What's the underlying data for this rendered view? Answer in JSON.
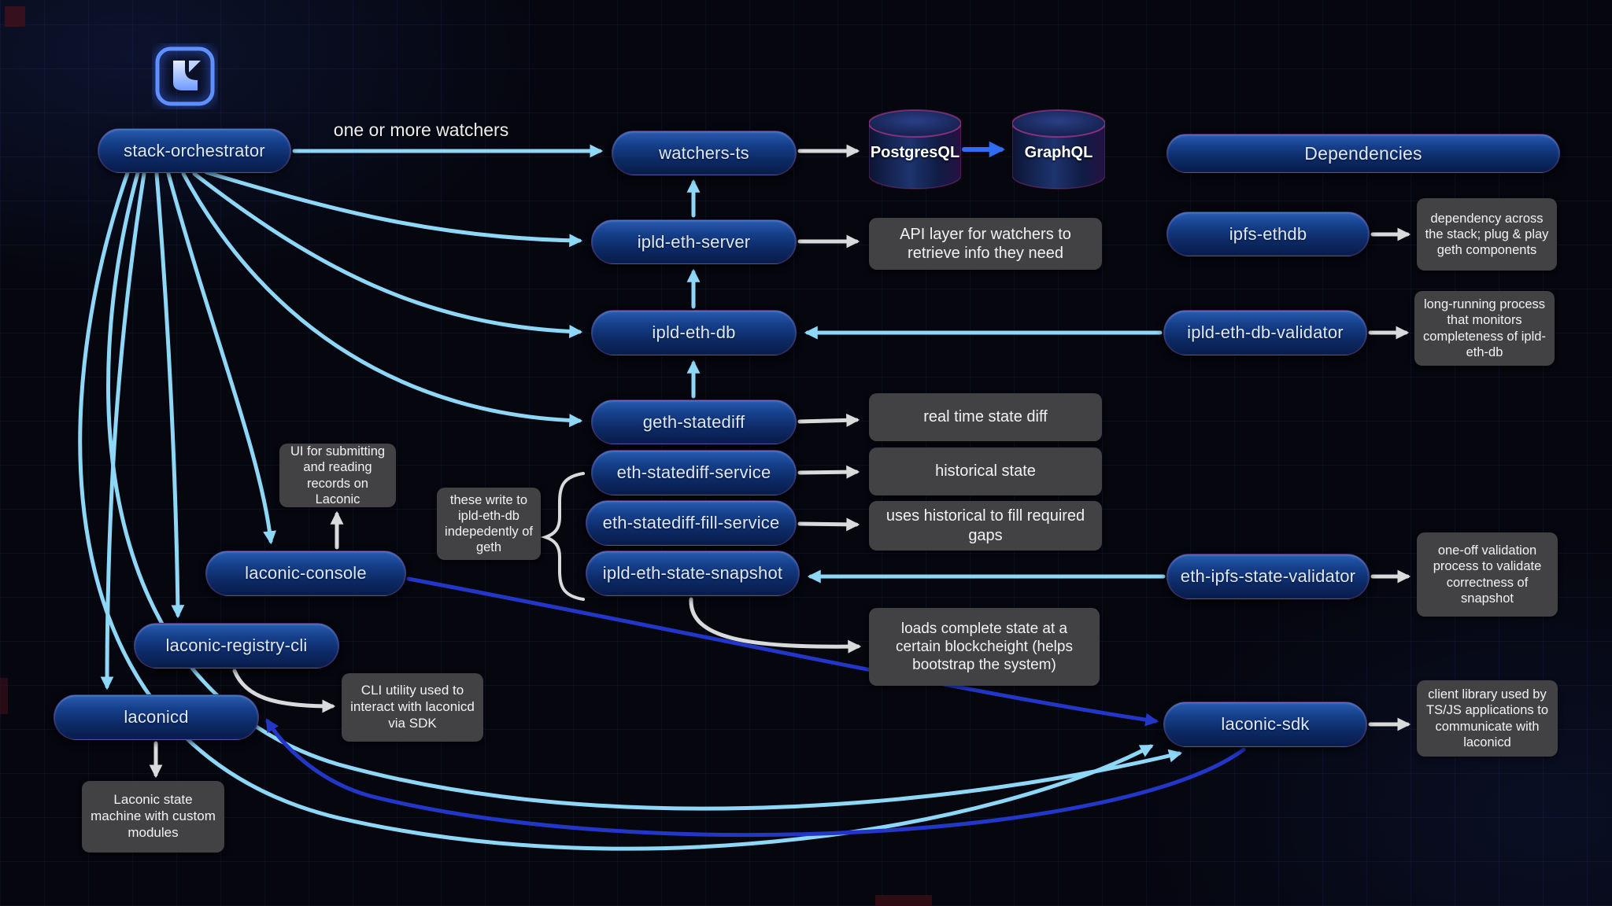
{
  "colors": {
    "background": "#05060e",
    "grid_line": "#2c4296",
    "pill_top": "#2a5cae",
    "pill_bottom": "#081c4a",
    "pill_text": "#dde7f8",
    "note_bg": "#424245",
    "note_text": "#f2f2f2",
    "cyan_arrow": "#8ed7f7",
    "white_arrow": "#d9dadc",
    "blue_arrow": "#2f6cf5",
    "dark_blue_arrow": "#2236c8",
    "logo_blue": "#5f90ff"
  },
  "edge_labels": {
    "watchers": "one or more watchers"
  },
  "nodes": {
    "stack_orchestrator": {
      "label": "stack-orchestrator"
    },
    "watchers_ts": {
      "label": "watchers-ts"
    },
    "dependencies": {
      "label": "Dependencies"
    },
    "ipld_eth_server": {
      "label": "ipld-eth-server"
    },
    "ipfs_ethdb": {
      "label": "ipfs-ethdb"
    },
    "ipld_eth_db": {
      "label": "ipld-eth-db"
    },
    "ipld_eth_db_validator": {
      "label": "ipld-eth-db-validator"
    },
    "geth_statediff": {
      "label": "geth-statediff"
    },
    "eth_statediff_service": {
      "label": "eth-statediff-service"
    },
    "eth_statediff_fill_service": {
      "label": "eth-statediff-fill-service"
    },
    "ipld_eth_state_snapshot": {
      "label": "ipld-eth-state-snapshot"
    },
    "eth_ipfs_state_validator": {
      "label": "eth-ipfs-state-validator"
    },
    "laconic_console": {
      "label": "laconic-console"
    },
    "laconic_registry_cli": {
      "label": "laconic-registry-cli"
    },
    "laconicd": {
      "label": "laconicd"
    },
    "laconic_sdk": {
      "label": "laconic-sdk"
    }
  },
  "databases": {
    "postgresql": {
      "label": "PostgresQL"
    },
    "graphql": {
      "label": "GraphQL"
    }
  },
  "notes": {
    "api_layer": {
      "text": "API layer for watchers to retrieve info they need"
    },
    "ipfs_ethdb": {
      "text": "dependency across the stack; plug & play geth components"
    },
    "db_validator": {
      "text": "long-running process that monitors completeness of ipld-eth-db"
    },
    "realtime": {
      "text": "real time state diff"
    },
    "historical": {
      "text": "historical state"
    },
    "gaps": {
      "text": "uses historical to fill required gaps"
    },
    "these_write": {
      "text": "these write to ipld-eth-db indepedently of geth"
    },
    "ui_console": {
      "text": "UI for submitting and reading records on Laconic"
    },
    "cli_utility": {
      "text": "CLI utility used to interact with laconicd via SDK"
    },
    "loads_state": {
      "text": "loads complete state at a certain blockcheight (helps bootstrap the system)"
    },
    "snapshot_validation": {
      "text": "one-off validation process to validate correctness of snapshot"
    },
    "sdk_client": {
      "text": "client library used by TS/JS applications to communicate with laconicd"
    },
    "laconic_state_machine": {
      "text": "Laconic state machine with custom modules"
    }
  }
}
